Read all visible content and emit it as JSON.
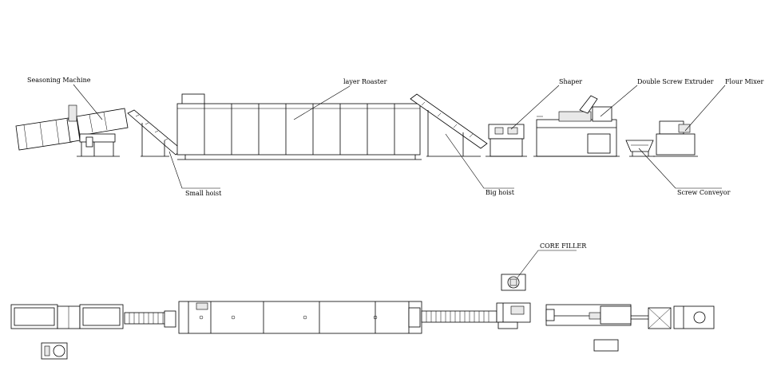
{
  "labels": {
    "seasoning_machine": "Seasoning Machine",
    "layer_roaster": "layer Roaster",
    "shaper": "Shaper",
    "double_screw_extruder": "Double Screw Extruder",
    "flour_mixer": "Flour Mixer",
    "small_hoist": "Small hoist",
    "big_hoist": "Big hoist",
    "screw_conveyor": "Screw Conveyor",
    "core_filler": "CORE FILLER"
  }
}
